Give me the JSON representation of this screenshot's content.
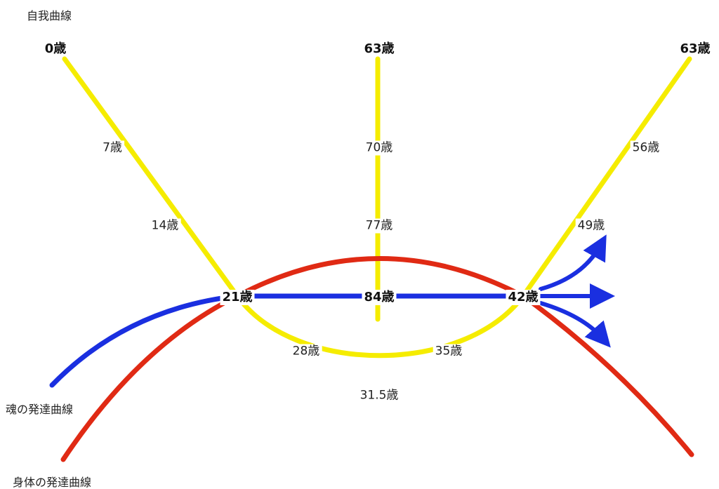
{
  "title": "自我曲線",
  "colors": {
    "ego": "#f5ec00",
    "soul": "#1a2fe0",
    "body": "#e02a14"
  },
  "curves": {
    "ego_name": "自我",
    "soul_name": "魂の発達曲線",
    "body_name": "身体の発達曲線"
  },
  "ages": {
    "a0": "0歳",
    "a7": "7歳",
    "a14": "14歳",
    "a21": "21歳",
    "a28": "28歳",
    "a31_5": "31.5歳",
    "a35": "35歳",
    "a42": "42歳",
    "a49": "49歳",
    "a56": "56歳",
    "a63_center": "63歳",
    "a63_right": "63歳",
    "a70": "70歳",
    "a77": "77歳",
    "a84": "84歳"
  }
}
